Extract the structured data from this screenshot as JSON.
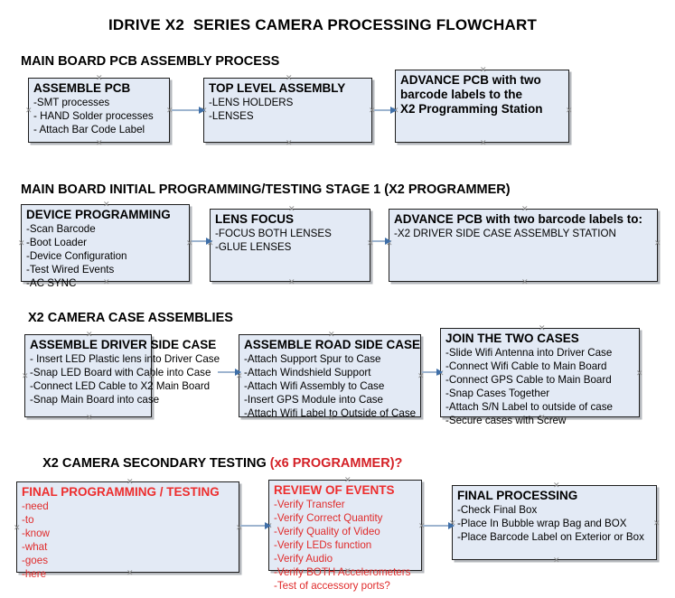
{
  "document": {
    "title": "IDRIVE X2  SERIES CAMERA PROCESSING FLOWCHART"
  },
  "colors": {
    "node_fill": "#e3eaf5",
    "node_border": "#1d1d1d",
    "connector": "#9db4cf",
    "arrowhead": "#3f6fa8",
    "red_text": "#e02b2b",
    "background": "#ffffff"
  },
  "sections": [
    {
      "id": "main-board-pcb-assembly-process",
      "heading": "MAIN BOARD PCB ASSEMBLY PROCESS",
      "heading_suffix": "",
      "nodes": [
        {
          "id": "assemble-pcb",
          "header": "ASSEMBLE PCB",
          "lines": [
            "-SMT processes",
            "- HAND Solder processes",
            "- Attach Bar Code Label"
          ]
        },
        {
          "id": "top-level-assembly",
          "header": "TOP LEVEL ASSEMBLY",
          "lines": [
            "-LENS HOLDERS",
            "-LENSES"
          ]
        },
        {
          "id": "advance-pcb-to-x2-programming-station",
          "header": "ADVANCE PCB with two",
          "lines": [
            "barcode labels to the",
            " X2 Programming Station"
          ]
        }
      ]
    },
    {
      "id": "main-board-initial-programming",
      "heading": "MAIN BOARD INITIAL PROGRAMMING/TESTING STAGE 1 (X2 PROGRAMMER)",
      "heading_suffix": "",
      "nodes": [
        {
          "id": "device-programming",
          "header": "DEVICE PROGRAMMING",
          "lines": [
            "-Scan Barcode",
            "-Boot Loader",
            "-Device Configuration",
            "-Test Wired Events",
            "-AC SYNC"
          ]
        },
        {
          "id": "lens-focus",
          "header": "LENS FOCUS",
          "lines": [
            "-FOCUS BOTH LENSES",
            "-GLUE LENSES"
          ]
        },
        {
          "id": "advance-pcb-to-driver-side-case-station",
          "header": "ADVANCE PCB with two barcode labels to:",
          "lines": [
            "-X2 DRIVER  SIDE  CASE  ASSEMBLY STATION"
          ]
        }
      ]
    },
    {
      "id": "x2-camera-case-assemblies",
      "heading": "X2 CAMERA CASE ASSEMBLIES",
      "heading_suffix": "",
      "nodes": [
        {
          "id": "assemble-driver-side-case",
          "header": "ASSEMBLE DRIVER SIDE CASE",
          "lines": [
            "- Insert LED Plastic lens into Driver Case",
            "-Snap LED Board with Cable into Case",
            "-Connect LED Cable to X2 Main Board",
            "-Snap Main Board into case"
          ]
        },
        {
          "id": "assemble-road-side-case",
          "header": "ASSEMBLE ROAD SIDE CASE",
          "lines": [
            "-Attach Support Spur to Case",
            "-Attach Windshield Support",
            "-Attach Wifi Assembly to Case",
            "-Insert GPS Module into Case",
            "-Attach Wifi Label to Outside of Case"
          ]
        },
        {
          "id": "join-the-two-cases",
          "header": "JOIN THE TWO CASES",
          "lines": [
            "-Slide Wifi Antenna into Driver Case",
            "-Connect Wifi Cable to Main Board",
            "-Connect GPS Cable to Main Board",
            "-Snap Cases Together",
            "-Attach S/N Label to outside of case",
            "-Secure cases with Screw"
          ]
        }
      ]
    },
    {
      "id": "x2-camera-secondary-testing",
      "heading": "X2 CAMERA SECONDARY TESTING ",
      "heading_suffix": "(x6 PROGRAMMER)?",
      "nodes": [
        {
          "id": "final-programming-testing",
          "header": "FINAL PROGRAMMING / TESTING",
          "lines": [
            "-need",
            "-to",
            "-know",
            "-what",
            "-goes",
            "-here"
          ]
        },
        {
          "id": "review-of-events",
          "header": "REVIEW OF EVENTS",
          "lines": [
            "-Verify Transfer",
            "-Verify Correct Quantity",
            "-Verify Quality of Video",
            "-Verify LEDs function",
            "-Verify Audio",
            "-Verify BOTH Accelerometers",
            "-Test of accessory ports?"
          ]
        },
        {
          "id": "final-processing",
          "header": "FINAL PROCESSING",
          "lines": [
            " -Check Final Box",
            "-Place In Bubble wrap Bag and BOX",
            "-Place Barcode Label on Exterior or Box"
          ]
        }
      ]
    }
  ]
}
